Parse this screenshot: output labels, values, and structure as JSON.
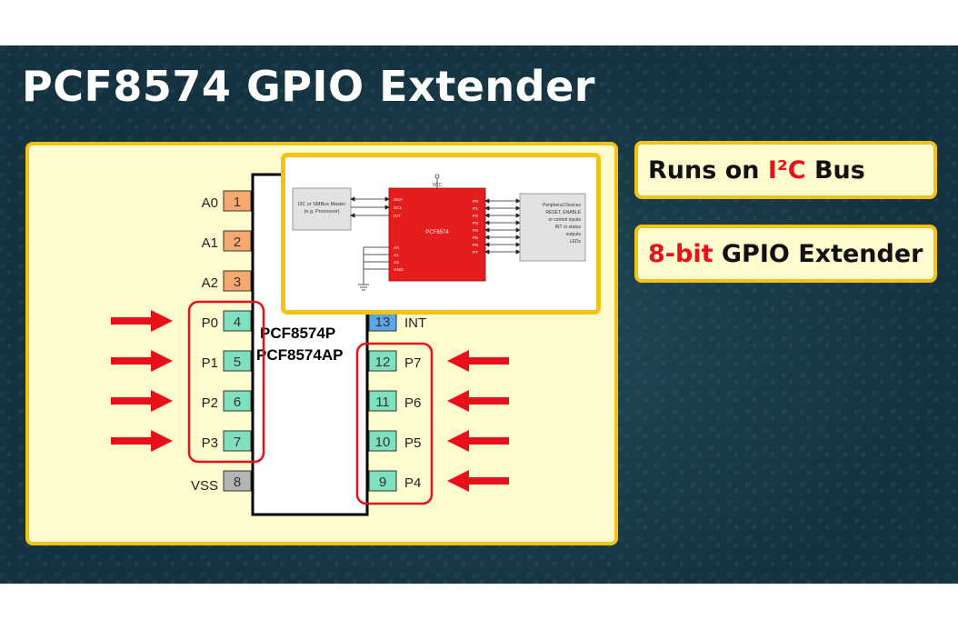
{
  "slide": {
    "title": "PCF8574 GPIO Extender",
    "info_boxes": {
      "box1": {
        "prefix": "Runs on ",
        "highlight": "I²C",
        "suffix": " Bus"
      },
      "box2": {
        "highlight": "8-bit",
        "suffix": " GPIO Extender"
      }
    }
  },
  "chip": {
    "name_line1": "PCF8574P",
    "name_line2": "PCF8574AP",
    "left_pins": [
      {
        "label": "A0",
        "number": "1",
        "group": "address"
      },
      {
        "label": "A1",
        "number": "2",
        "group": "address"
      },
      {
        "label": "A2",
        "number": "3",
        "group": "address"
      },
      {
        "label": "P0",
        "number": "4",
        "group": "io"
      },
      {
        "label": "P1",
        "number": "5",
        "group": "io"
      },
      {
        "label": "P2",
        "number": "6",
        "group": "io"
      },
      {
        "label": "P3",
        "number": "7",
        "group": "io"
      },
      {
        "label": "VSS",
        "number": "8",
        "group": "ground"
      }
    ],
    "right_pins": [
      {
        "label": "INT",
        "number": "13",
        "group": "interrupt"
      },
      {
        "label": "P7",
        "number": "12",
        "group": "io"
      },
      {
        "label": "P6",
        "number": "11",
        "group": "io"
      },
      {
        "label": "P5",
        "number": "10",
        "group": "io"
      },
      {
        "label": "P4",
        "number": "9",
        "group": "io"
      }
    ]
  },
  "inset": {
    "master_line1": "I2C or SMBus Master",
    "master_line2": "(e.g. Processor)",
    "vcc": "VCC",
    "chip_label": "PCF8574",
    "chip_left_pins": [
      "SDA",
      "SCL",
      "INT",
      "A0",
      "A1",
      "A2",
      "GND"
    ],
    "chip_right_pins": [
      "P0",
      "P1",
      "P2",
      "P3",
      "P4",
      "P5",
      "P6",
      "P7"
    ],
    "peripheral_lines": [
      "Peripheral Devices",
      "RESET, ENABLE",
      "or control inputs",
      "INT or status",
      "outputs",
      "LEDs"
    ]
  },
  "colors": {
    "accent_red": "#e8101a",
    "border_yellow": "#f2c216",
    "panel_fill": "#fefbcf",
    "address_pin": "#f6a96f",
    "io_pin": "#7ee0bf",
    "ground_pin": "#b4b4b4",
    "interrupt_pin": "#5aa6e6",
    "inset_chip": "#e41e1e"
  }
}
